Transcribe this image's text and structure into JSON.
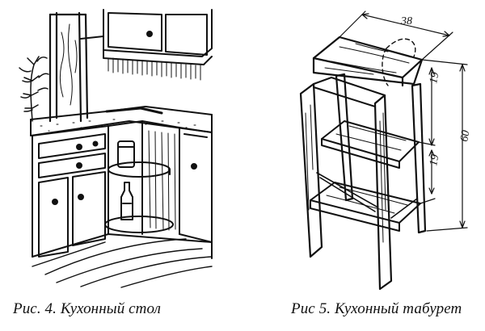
{
  "figures": [
    {
      "caption": "Рис. 4. Кухонный стол",
      "subject": "kitchen-corner-table"
    },
    {
      "caption": "Рис 5. Кухонный табурет",
      "subject": "kitchen-step-stool",
      "dimensions": {
        "seat_width": "38",
        "seat_to_step": "19",
        "step_to_step": "19",
        "total_height": "60"
      }
    }
  ],
  "colors": {
    "ink": "#111111",
    "paper": "#ffffff"
  }
}
